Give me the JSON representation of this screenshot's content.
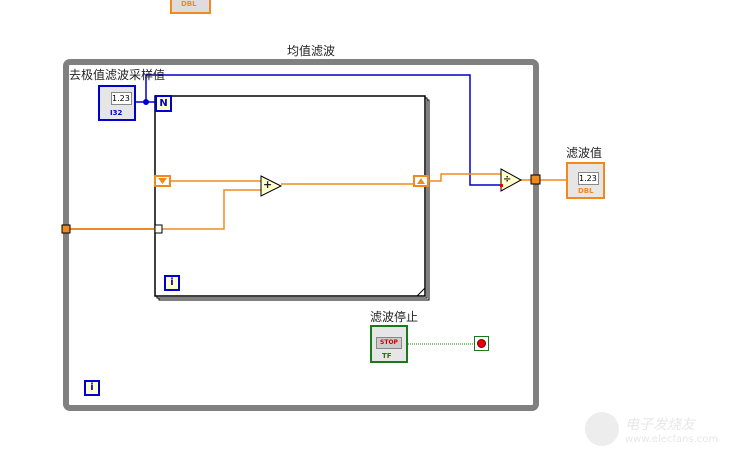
{
  "while_loop": {
    "label": "均值滤波",
    "iteration_terminal": "i"
  },
  "for_loop": {
    "count_terminal": "N",
    "iteration_terminal": "i"
  },
  "controls": {
    "samples": {
      "label": "去极值滤波采样值",
      "value": "1.23",
      "type": "I32"
    },
    "stop": {
      "label": "滤波停止",
      "button_text": "STOP",
      "type": "TF"
    }
  },
  "indicators": {
    "filtered": {
      "label": "滤波值",
      "value": "1.23",
      "type": "DBL"
    },
    "top_partial": {
      "type": "DBL"
    }
  },
  "functions": {
    "add": "+",
    "divide": "÷"
  },
  "colors": {
    "orange_wire": "#f08a1c",
    "blue_wire": "#0000cc",
    "loop_gray": "#808080",
    "green_bool": "#1a7a1a"
  },
  "watermark": {
    "title": "电子发烧友",
    "url": "www.elecfans.com"
  }
}
